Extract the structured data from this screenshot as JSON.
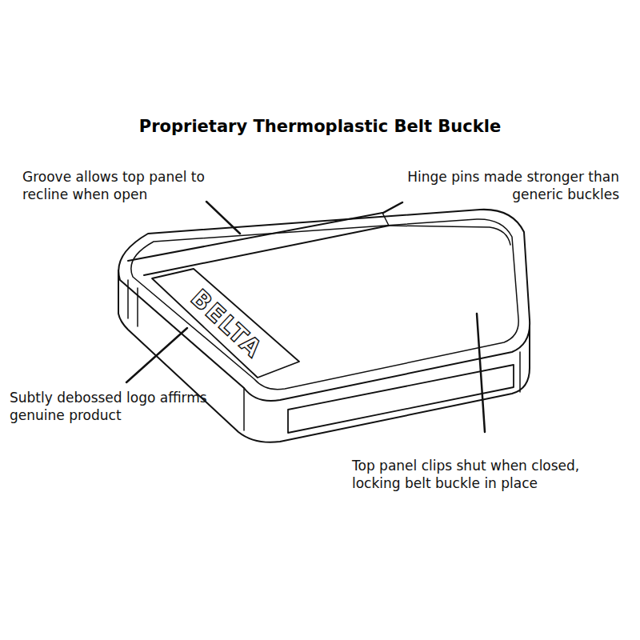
{
  "diagram": {
    "title": "Proprietary Thermoplastic Belt Buckle",
    "labels": [
      "Groove allows top panel to recline when open",
      "Hinge pins made stronger than generic buckles",
      "BELTA",
      "Subtly debossed logo affirms genuine product",
      "Top panel clips shut when closed, locking belt buckle in place"
    ]
  }
}
